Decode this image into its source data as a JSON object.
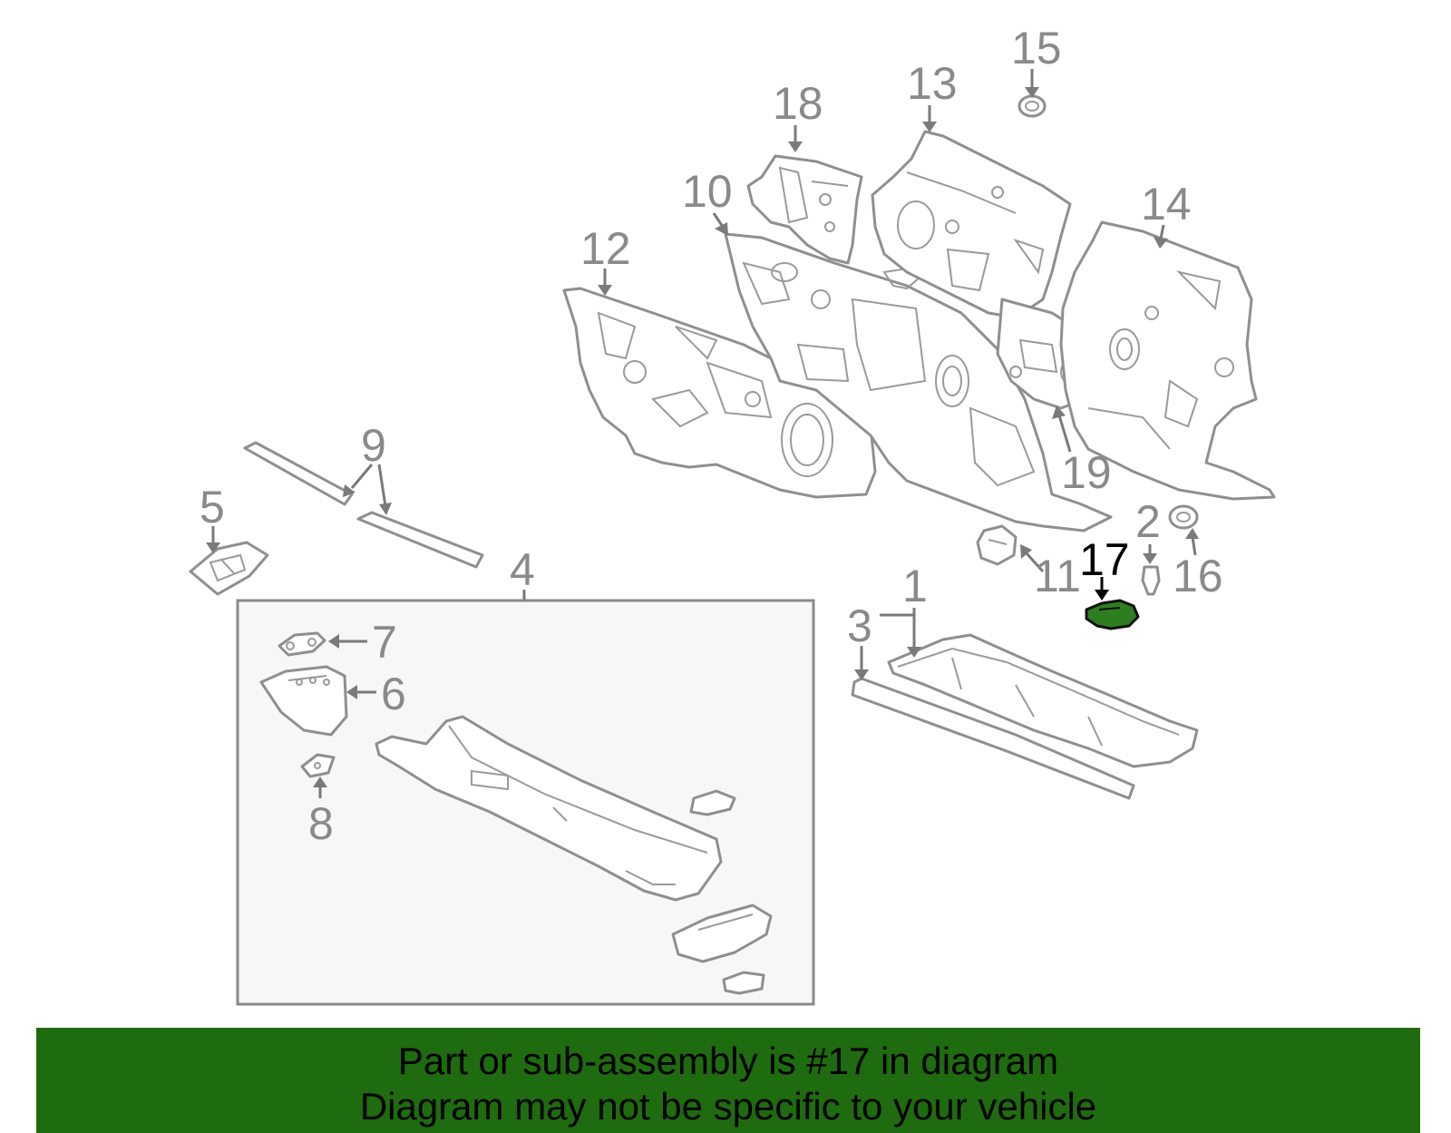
{
  "diagram": {
    "callouts": {
      "c1": "1",
      "c2": "2",
      "c3": "3",
      "c4": "4",
      "c5": "5",
      "c6": "6",
      "c7": "7",
      "c8": "8",
      "c9": "9",
      "c10": "10",
      "c11": "11",
      "c12": "12",
      "c13": "13",
      "c14": "14",
      "c15": "15",
      "c16": "16",
      "c17": "17",
      "c18": "18",
      "c19": "19"
    },
    "highlighted_part": "17",
    "colors": {
      "highlight": "#2e7d1f",
      "banner": "#1f6b0f",
      "line_art": "#8f8f8f"
    }
  },
  "banner": {
    "line1": "Part or sub-assembly is #17 in diagram",
    "line2": "Diagram may not be specific to your vehicle"
  }
}
